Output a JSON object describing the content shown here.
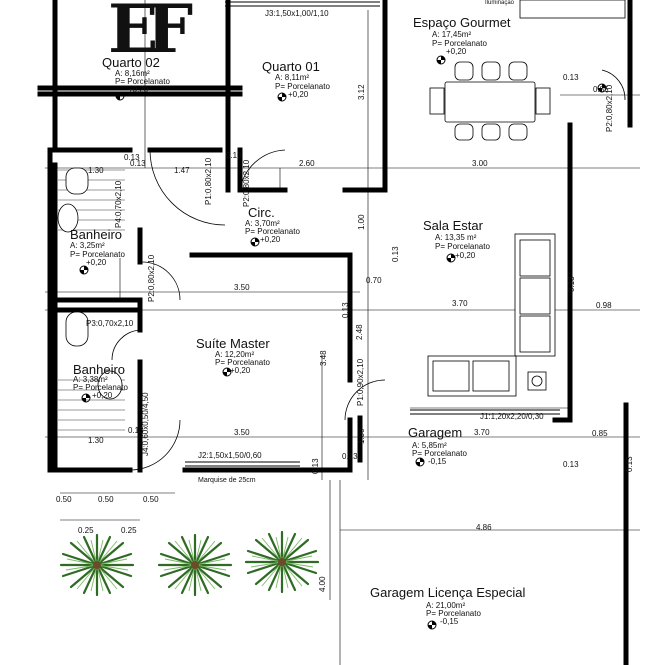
{
  "brand": {
    "logo_text": "EF"
  },
  "rooms": [
    {
      "id": "quarto2",
      "name": "Quarto 02",
      "area": "A: 8,16m²",
      "floor": "P= Porcelanato",
      "level": "+0,20"
    },
    {
      "id": "quarto1",
      "name": "Quarto 01",
      "area": "A: 8,11m²",
      "floor": "P= Porcelanato",
      "level": "+0,20"
    },
    {
      "id": "gourmet",
      "name": "Espaço Gourmet",
      "area": "A: 17,45m²",
      "floor": "P= Porcelanato",
      "level": "+0,20",
      "note": "Iluminação"
    },
    {
      "id": "circ",
      "name": "Circ.",
      "area": "A: 3,70m²",
      "floor": "P= Porcelanato",
      "level": "+0,20"
    },
    {
      "id": "banheiro1",
      "name": "Banheiro",
      "area": "A: 3,25m²",
      "floor": "P= Porcelanato",
      "level": "+0,20"
    },
    {
      "id": "sala",
      "name": "Sala Estar",
      "area": "A: 13,35 m²",
      "floor": "P= Porcelanato",
      "level": "+0,20"
    },
    {
      "id": "suite",
      "name": "Suíte Master",
      "area": "A: 12,20m²",
      "floor": "P= Porcelanato",
      "level": "+0,20"
    },
    {
      "id": "banheiro2",
      "name": "Banheiro",
      "area": "A: 3,38m²",
      "floor": "P= Porcelanato",
      "level": "+0,20"
    },
    {
      "id": "garagem",
      "name": "Garagem",
      "area": "A: 5,85m²",
      "floor": "P= Porcelanato",
      "level": "-0,15"
    },
    {
      "id": "garagem_licenca",
      "name": "Garagem Licença Especial",
      "area": "A: 21,00m²",
      "floor": "P= Porcelanato",
      "level": "-0,15"
    }
  ],
  "openings": {
    "j3": "J3:1,50x1,00/1,10",
    "p1": "P1:0,80x2,10",
    "p2_top": "P2:0,80x2,10",
    "p2_circ": "P2:0,80x2,10",
    "p2_right": "P2:0,80x2,10",
    "p4": "P4:0,70x2,10",
    "p3": "P3:0,70x2,10",
    "p1_suite": "P1:0,90x2,10",
    "j4": "J4:0,60x0,50/4,50",
    "j2": "J2:1,50x1,50/0,60",
    "j1": "J1:1,20x2,20/0,30"
  },
  "dimensions": {
    "d_312": "3.12",
    "d_013a": "0.13",
    "d_085a": "0.85",
    "d_013b": "0.13",
    "d_130a": "1.30",
    "d_147": "1.47",
    "d_260": "2.60",
    "d_300": "3.00",
    "d_013c": "0.13",
    "d_100a": "1.00",
    "d_013d": "0.13",
    "d_070": "0.70",
    "d_350a": "3.50",
    "d_013e": "0.13",
    "d_370a": "3.70",
    "d_098": "0.98",
    "d_013f": "0.13",
    "d_248": "2.48",
    "d_348": "3.48",
    "d_013g": "0.13",
    "d_350b": "3.50",
    "d_013h": "0.13",
    "d_100b": "1.00",
    "d_370b": "3.70",
    "d_085b": "0.85",
    "d_130b": "1.30",
    "d_013i": "0.13",
    "d_013j": "0.13",
    "d_013k": "0.13",
    "d_013l": "0.13",
    "d_050a": "0.50",
    "d_050b": "0.50",
    "d_050c": "0.50",
    "d_025a": "0.25",
    "d_025b": "0.25",
    "d_486": "4.86",
    "d_400": "4.00"
  },
  "notes": {
    "marquise": "Marquise de 25cm"
  }
}
